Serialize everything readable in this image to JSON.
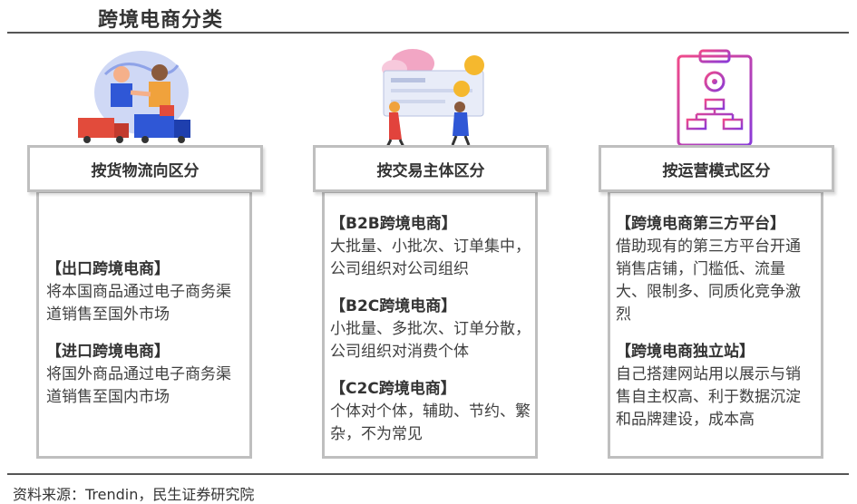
{
  "title": "跨境电商分类",
  "source": "资料来源：Trendin，民生证券研究院",
  "columns": [
    {
      "header": "按货物流向区分",
      "illustration": "logistics-handshake-icon",
      "items": [
        {
          "title": "【出口跨境电商】",
          "desc": "将本国商品通过电子商务渠道销售至国外市场"
        },
        {
          "title": "【进口跨境电商】",
          "desc": "将国外商品通过电子商务渠道销售至国内市场"
        }
      ]
    },
    {
      "header": "按交易主体区分",
      "illustration": "bank-check-payment-icon",
      "items": [
        {
          "title": "【B2B跨境电商】",
          "desc": "大批量、小批次、订单集中，公司组织对公司组织"
        },
        {
          "title": "【B2C跨境电商】",
          "desc": "小批量、多批次、订单分散，公司组织对消费个体"
        },
        {
          "title": "【C2C跨境电商】",
          "desc": "个体对个体，辅助、节约、繁杂，不为常见"
        }
      ]
    },
    {
      "header": "按运营模式区分",
      "illustration": "clipboard-flowchart-icon",
      "items": [
        {
          "title": "【跨境电商第三方平台】",
          "desc": "借助现有的第三方平台开通销售店铺，门槛低、流量大、限制多、同质化竞争激烈"
        },
        {
          "title": "【跨境电商独立站】",
          "desc": "自己搭建网站用以展示与销售自主权高、利于数据沉淀和品牌建设，成本高"
        }
      ]
    }
  ],
  "colors": {
    "border": "#bfbfbf",
    "rule": "#555555",
    "text": "#404040"
  }
}
